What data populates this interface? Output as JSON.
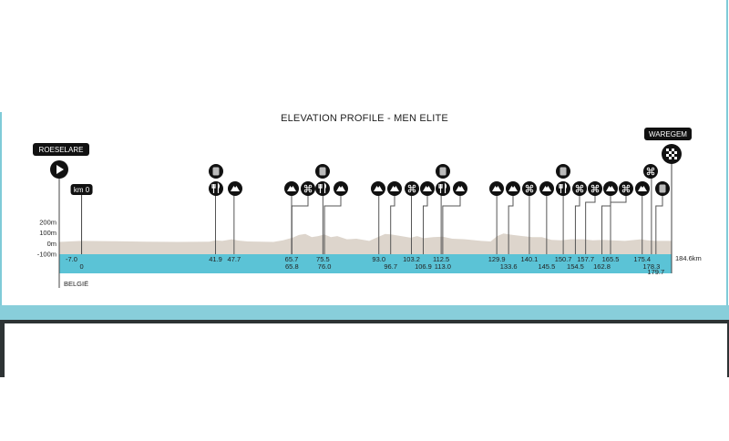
{
  "chart_data": {
    "type": "area",
    "title": "ELEVATION PROFILE - MEN ELITE",
    "start": {
      "name": "ROESELARE",
      "km": -7.0
    },
    "km0": {
      "label": "km 0",
      "km": 0
    },
    "finish": {
      "name": "WAREGEM",
      "km": 184.6,
      "label": "184.6km"
    },
    "country": "BELGIË",
    "y_ticks": [
      "200m",
      "100m",
      "0m",
      "-100m"
    ],
    "y_tick_values": [
      200,
      100,
      0,
      -100
    ],
    "xlim": [
      -7.0,
      184.6
    ],
    "ylim": [
      -100,
      300
    ],
    "profile": [
      [
        -7,
        15
      ],
      [
        0,
        25
      ],
      [
        10,
        22
      ],
      [
        20,
        18
      ],
      [
        30,
        15
      ],
      [
        40,
        18
      ],
      [
        42,
        30
      ],
      [
        44,
        25
      ],
      [
        47,
        40
      ],
      [
        49,
        28
      ],
      [
        52,
        20
      ],
      [
        60,
        15
      ],
      [
        63,
        30
      ],
      [
        66,
        55
      ],
      [
        68,
        80
      ],
      [
        70,
        90
      ],
      [
        72,
        60
      ],
      [
        74,
        70
      ],
      [
        76,
        85
      ],
      [
        78,
        60
      ],
      [
        80,
        70
      ],
      [
        83,
        40
      ],
      [
        86,
        45
      ],
      [
        90,
        25
      ],
      [
        93,
        65
      ],
      [
        95,
        90
      ],
      [
        97,
        85
      ],
      [
        100,
        70
      ],
      [
        103,
        55
      ],
      [
        105,
        70
      ],
      [
        107,
        50
      ],
      [
        110,
        60
      ],
      [
        113,
        65
      ],
      [
        116,
        45
      ],
      [
        120,
        40
      ],
      [
        125,
        25
      ],
      [
        128,
        20
      ],
      [
        130,
        70
      ],
      [
        132,
        95
      ],
      [
        135,
        80
      ],
      [
        138,
        70
      ],
      [
        141,
        60
      ],
      [
        144,
        60
      ],
      [
        147,
        35
      ],
      [
        150,
        30
      ],
      [
        153,
        40
      ],
      [
        157,
        40
      ],
      [
        160,
        30
      ],
      [
        163,
        35
      ],
      [
        166,
        30
      ],
      [
        170,
        25
      ],
      [
        175,
        40
      ],
      [
        177,
        30
      ],
      [
        180,
        25
      ],
      [
        184.6,
        25
      ]
    ],
    "markers": [
      {
        "km": 41.9,
        "label": "41.9",
        "icons": [
          "food",
          "bottle"
        ]
      },
      {
        "km": 47.7,
        "label": "47.7",
        "icons": [
          "climb"
        ]
      },
      {
        "km": 65.7,
        "label": "65.7",
        "icons": [
          "climb"
        ]
      },
      {
        "km": 65.8,
        "label": "65.8",
        "icons": [
          "cobbles"
        ]
      },
      {
        "km": 75.5,
        "label": "75.5",
        "icons": [
          "food",
          "bottle"
        ]
      },
      {
        "km": 76.0,
        "label": "76.0",
        "icons": [
          "climb"
        ]
      },
      {
        "km": 93.0,
        "label": "93.0",
        "icons": [
          "climb"
        ]
      },
      {
        "km": 96.7,
        "label": "96.7",
        "icons": [
          "climb"
        ]
      },
      {
        "km": 103.2,
        "label": "103.2",
        "icons": [
          "cobbles"
        ]
      },
      {
        "km": 106.9,
        "label": "106.9",
        "icons": [
          "climb"
        ]
      },
      {
        "km": 112.5,
        "label": "112.5",
        "icons": [
          "food",
          "bottle"
        ]
      },
      {
        "km": 113.0,
        "label": "113.0",
        "icons": [
          "climb"
        ]
      },
      {
        "km": 129.9,
        "label": "129.9",
        "icons": [
          "climb"
        ]
      },
      {
        "km": 133.6,
        "label": "133.6",
        "icons": [
          "climb"
        ]
      },
      {
        "km": 140.1,
        "label": "140.1",
        "icons": [
          "cobbles"
        ]
      },
      {
        "km": 145.5,
        "label": "145.5",
        "icons": [
          "climb"
        ]
      },
      {
        "km": 150.7,
        "label": "150.7",
        "icons": [
          "food",
          "bottle"
        ]
      },
      {
        "km": 154.5,
        "label": "154.5",
        "icons": [
          "cobbles"
        ]
      },
      {
        "km": 157.7,
        "label": "157.7",
        "icons": [
          "cobbles"
        ]
      },
      {
        "km": 162.8,
        "label": "162.8",
        "icons": [
          "climb"
        ]
      },
      {
        "km": 165.5,
        "label": "165.5",
        "icons": [
          "cobbles"
        ]
      },
      {
        "km": 175.4,
        "label": "175.4",
        "icons": [
          "climb"
        ]
      },
      {
        "km": 178.3,
        "label": "178.3",
        "icons": [
          "cobbles"
        ]
      },
      {
        "km": 179.7,
        "label": "179.7",
        "icons": [
          "bottle"
        ]
      }
    ],
    "start_label": "-7.0",
    "zero_label": "0"
  },
  "colors": {
    "band": "#5bc3d6",
    "terrain": "#ddd5cc",
    "icon": "#111111",
    "frame": "#88ceda"
  }
}
